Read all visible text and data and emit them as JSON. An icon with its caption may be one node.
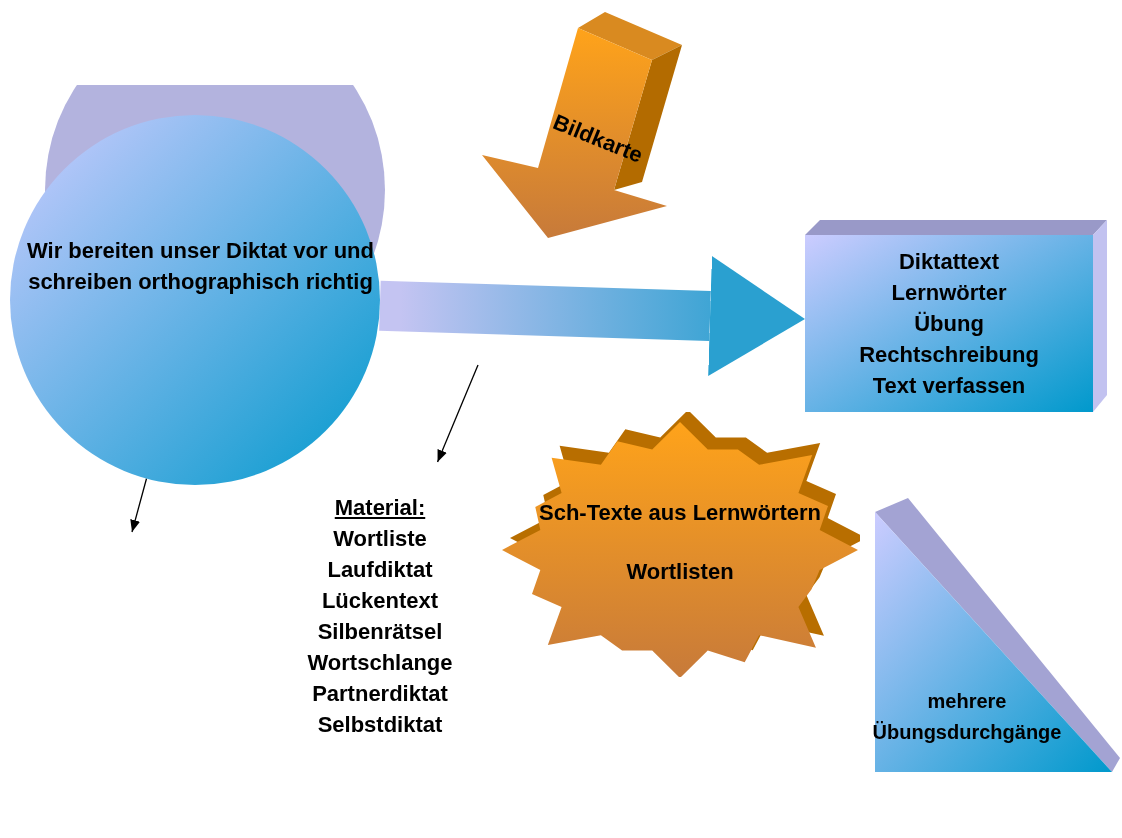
{
  "diagram": {
    "nodes": [
      {
        "text": [
          "Wir bereiten unser Diktat vor und schreiben orthographisch richtig"
        ]
      },
      {
        "text": [
          "Bildkarte"
        ]
      },
      {
        "text": [
          "Diktattext",
          "Lernwörter",
          "Übung",
          "Rechtschreibung",
          "Text verfassen"
        ]
      },
      {
        "text": [
          "Sch-Texte aus Lernwörtern",
          "Wortlisten"
        ]
      },
      {
        "text": [
          "mehrere Übungsdurchgänge"
        ]
      },
      {
        "text": [
          "Material:",
          "Wortliste",
          "Laufdiktat",
          "Lückentext",
          "Silbenrätsel",
          "Wortschlange",
          "Partnerdiktat",
          "Selbstdiktat"
        ]
      }
    ],
    "edges": [
      {
        "from": 0,
        "to": 2,
        "arrow": "to",
        "style": "thick"
      },
      {
        "from": null,
        "to": 5,
        "arrow": "to"
      },
      {
        "from": 0,
        "to": null,
        "arrow": "to"
      }
    ]
  }
}
